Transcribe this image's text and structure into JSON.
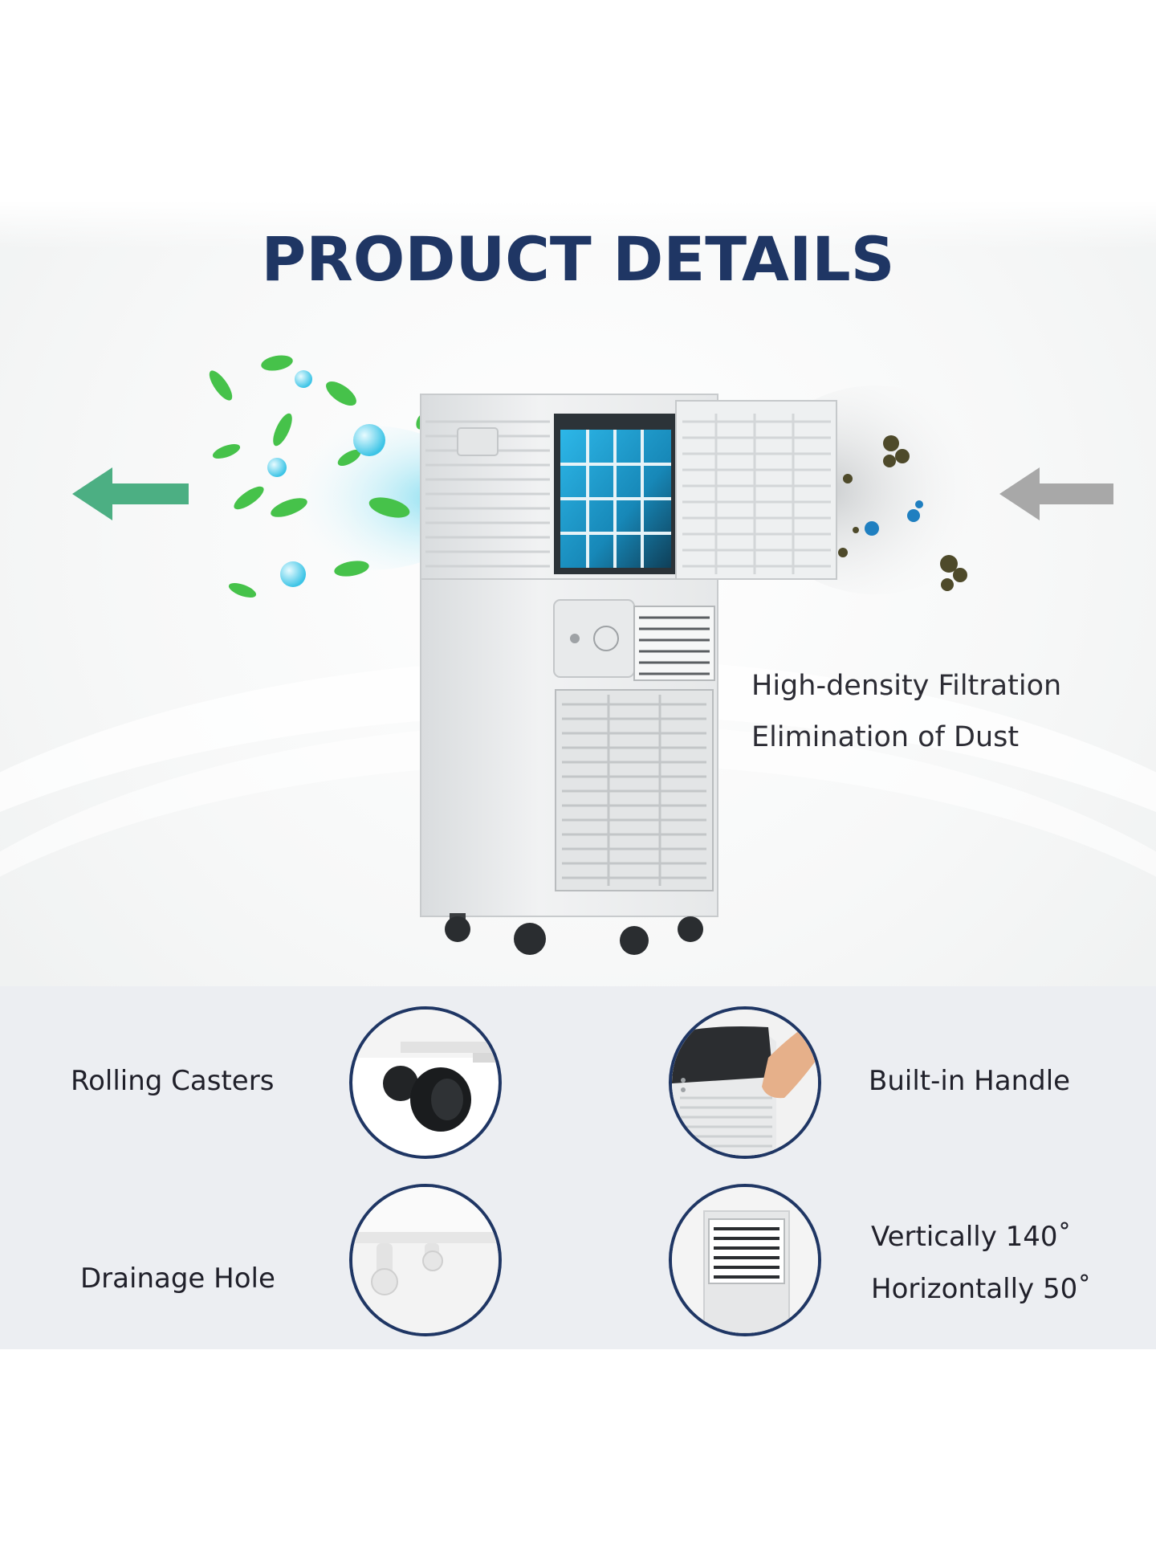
{
  "title": "PRODUCT DETAILS",
  "filtration": {
    "line1": "High-density Filtration",
    "line2": "Elimination of Dust"
  },
  "features": {
    "rolling_casters": "Rolling Casters",
    "built_in_handle": "Built-in Handle",
    "drainage_hole": "Drainage Hole",
    "vertical_swing": "Vertically 140˚",
    "horizontal_swing": "Horizontally 50˚"
  },
  "colors": {
    "title": "#1f3664",
    "outflow_arrow": "#4caf83",
    "inflow_arrow": "#a8a8a8",
    "circle_border": "#1f3664",
    "band_background": "#eceef2"
  },
  "icons": {
    "outflow": "arrow-left-green",
    "inflow": "arrow-left-gray"
  }
}
